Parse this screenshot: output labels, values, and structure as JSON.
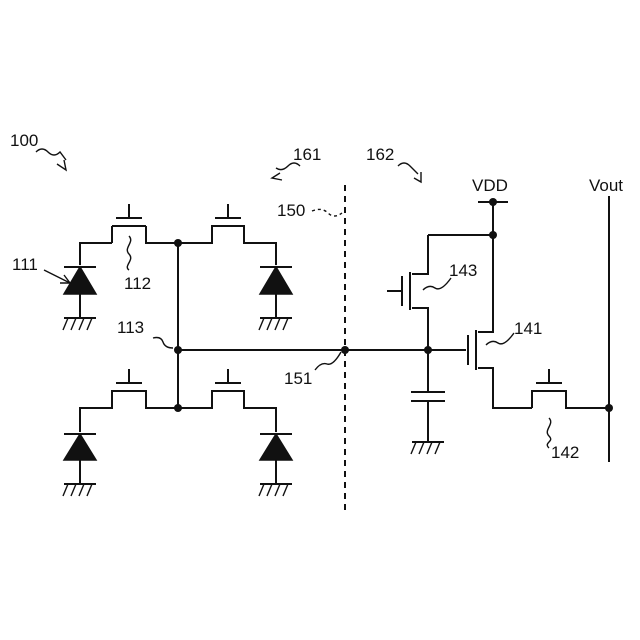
{
  "labels": {
    "circuit": "100",
    "photodiode": "111",
    "transfer_transistor": "112",
    "floating_diffusion": "113",
    "boundary": "150",
    "connection": "151",
    "left_chip": "161",
    "right_chip": "162",
    "amplifier": "141",
    "select_transistor": "142",
    "reset_transistor": "143",
    "vdd": "VDD",
    "vout": "Vout"
  }
}
